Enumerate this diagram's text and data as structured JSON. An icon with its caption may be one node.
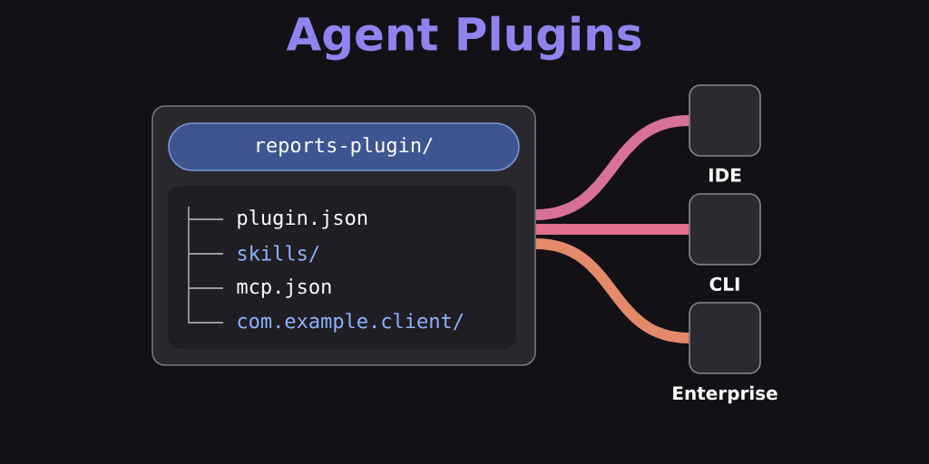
{
  "diagram": {
    "title": "Agent Plugins",
    "nodes": [
      {
        "text": [],
        "shape": "box"
      },
      {
        "text": [
          "reports-plugin/"
        ],
        "in": 0
      },
      {
        "text": [
          "plugin.json",
          "skills/",
          "mcp.json",
          "com.example.client/"
        ],
        "in": 0
      },
      {
        "text": [],
        "shape": "box",
        "beside": [
          "IDE"
        ]
      },
      {
        "text": [],
        "shape": "box",
        "beside": [
          "CLI"
        ]
      },
      {
        "text": [],
        "shape": "box",
        "beside": [
          "Enterprise"
        ]
      }
    ],
    "edges": [
      {
        "from": 0,
        "to": 3,
        "arrow": "none"
      },
      {
        "from": 0,
        "to": 4,
        "arrow": "none"
      },
      {
        "from": 0,
        "to": 5,
        "arrow": "none"
      }
    ]
  }
}
